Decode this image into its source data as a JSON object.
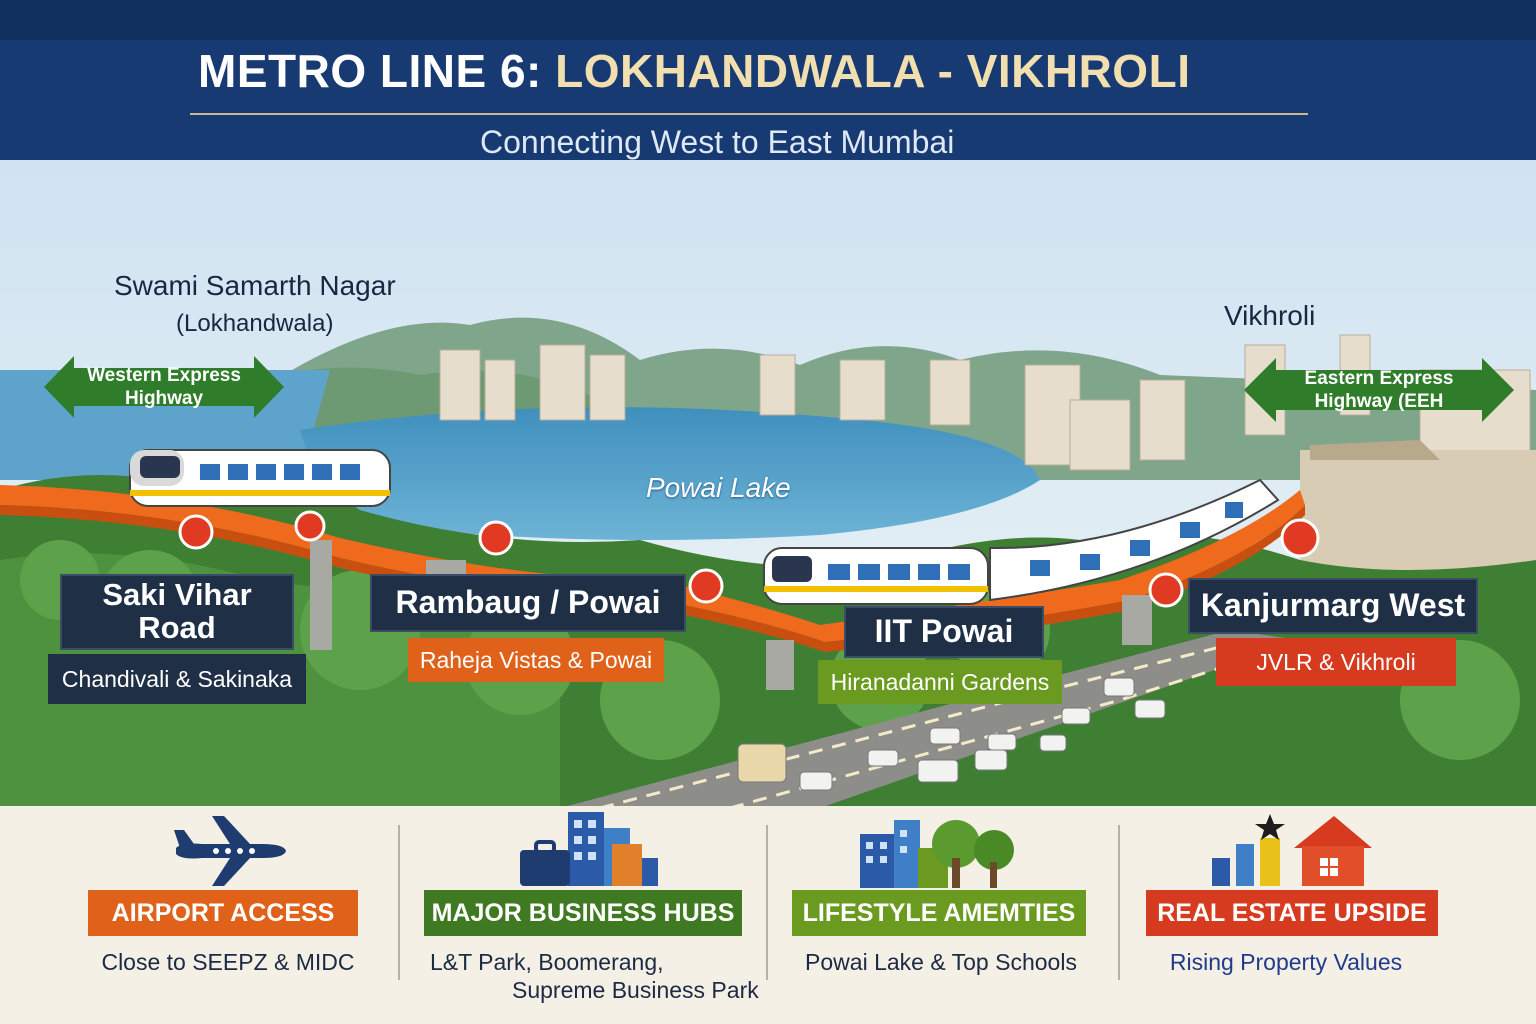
{
  "header": {
    "title_main": "METRO LINE 6:",
    "title_accent": " LOKHANDWALA - VIKHROLI",
    "subtitle": "Connecting West to East Mumbai"
  },
  "places": {
    "west_name": "Swami Samarth Nagar",
    "west_sub": "(Lokhandwala)",
    "east_name": "Vikhroli",
    "lake": "Powai Lake"
  },
  "highways": {
    "west": [
      "Western Express",
      "Highway"
    ],
    "east": [
      "Eastern Express",
      "Highway (EEH"
    ]
  },
  "stations": [
    {
      "name_line1": "Saki Vihar",
      "name_line2": "Road",
      "tag": "Chandivali & Sakinaka",
      "tag_color": "#1f2f46"
    },
    {
      "name": "Rambaug / Powai",
      "tag": "Raheja Vistas & Powai",
      "tag_color": "#e0611a"
    },
    {
      "name": "IIT Powai",
      "tag": "Hiranadanni Gardens",
      "tag_color": "#6a9a1f"
    },
    {
      "name": "Kanjurmarg West",
      "tag": "JVLR & Vikhroli",
      "tag_color": "#d63a1f"
    }
  ],
  "features": [
    {
      "label": "AIRPORT ACCESS",
      "desc_lines": [
        "Close to SEEPZ & MIDC"
      ],
      "color": "#e0611a",
      "icon": "airplane-icon"
    },
    {
      "label": "MAJOR BUSINESS HUBS",
      "desc_lines": [
        "L&T Park, Boomerang,",
        "Supreme Business Park"
      ],
      "color": "#3f7a22",
      "icon": "business-buildings-icon"
    },
    {
      "label": "LIFESTYLE AMEMTIES",
      "desc_lines": [
        "Powai Lake & Top Schools"
      ],
      "color": "#6a9a1f",
      "icon": "lifestyle-trees-icon"
    },
    {
      "label": "REAL ESTATE UPSIDE",
      "desc_lines": [
        "Rising Property Values"
      ],
      "color": "#d63a1f",
      "icon": "real-estate-house-icon"
    }
  ],
  "colors": {
    "header_blue": "#173a72",
    "metro_orange": "#ef6a1c",
    "station_navy": "#1f2f46",
    "highway_green": "#2f7d2a"
  }
}
